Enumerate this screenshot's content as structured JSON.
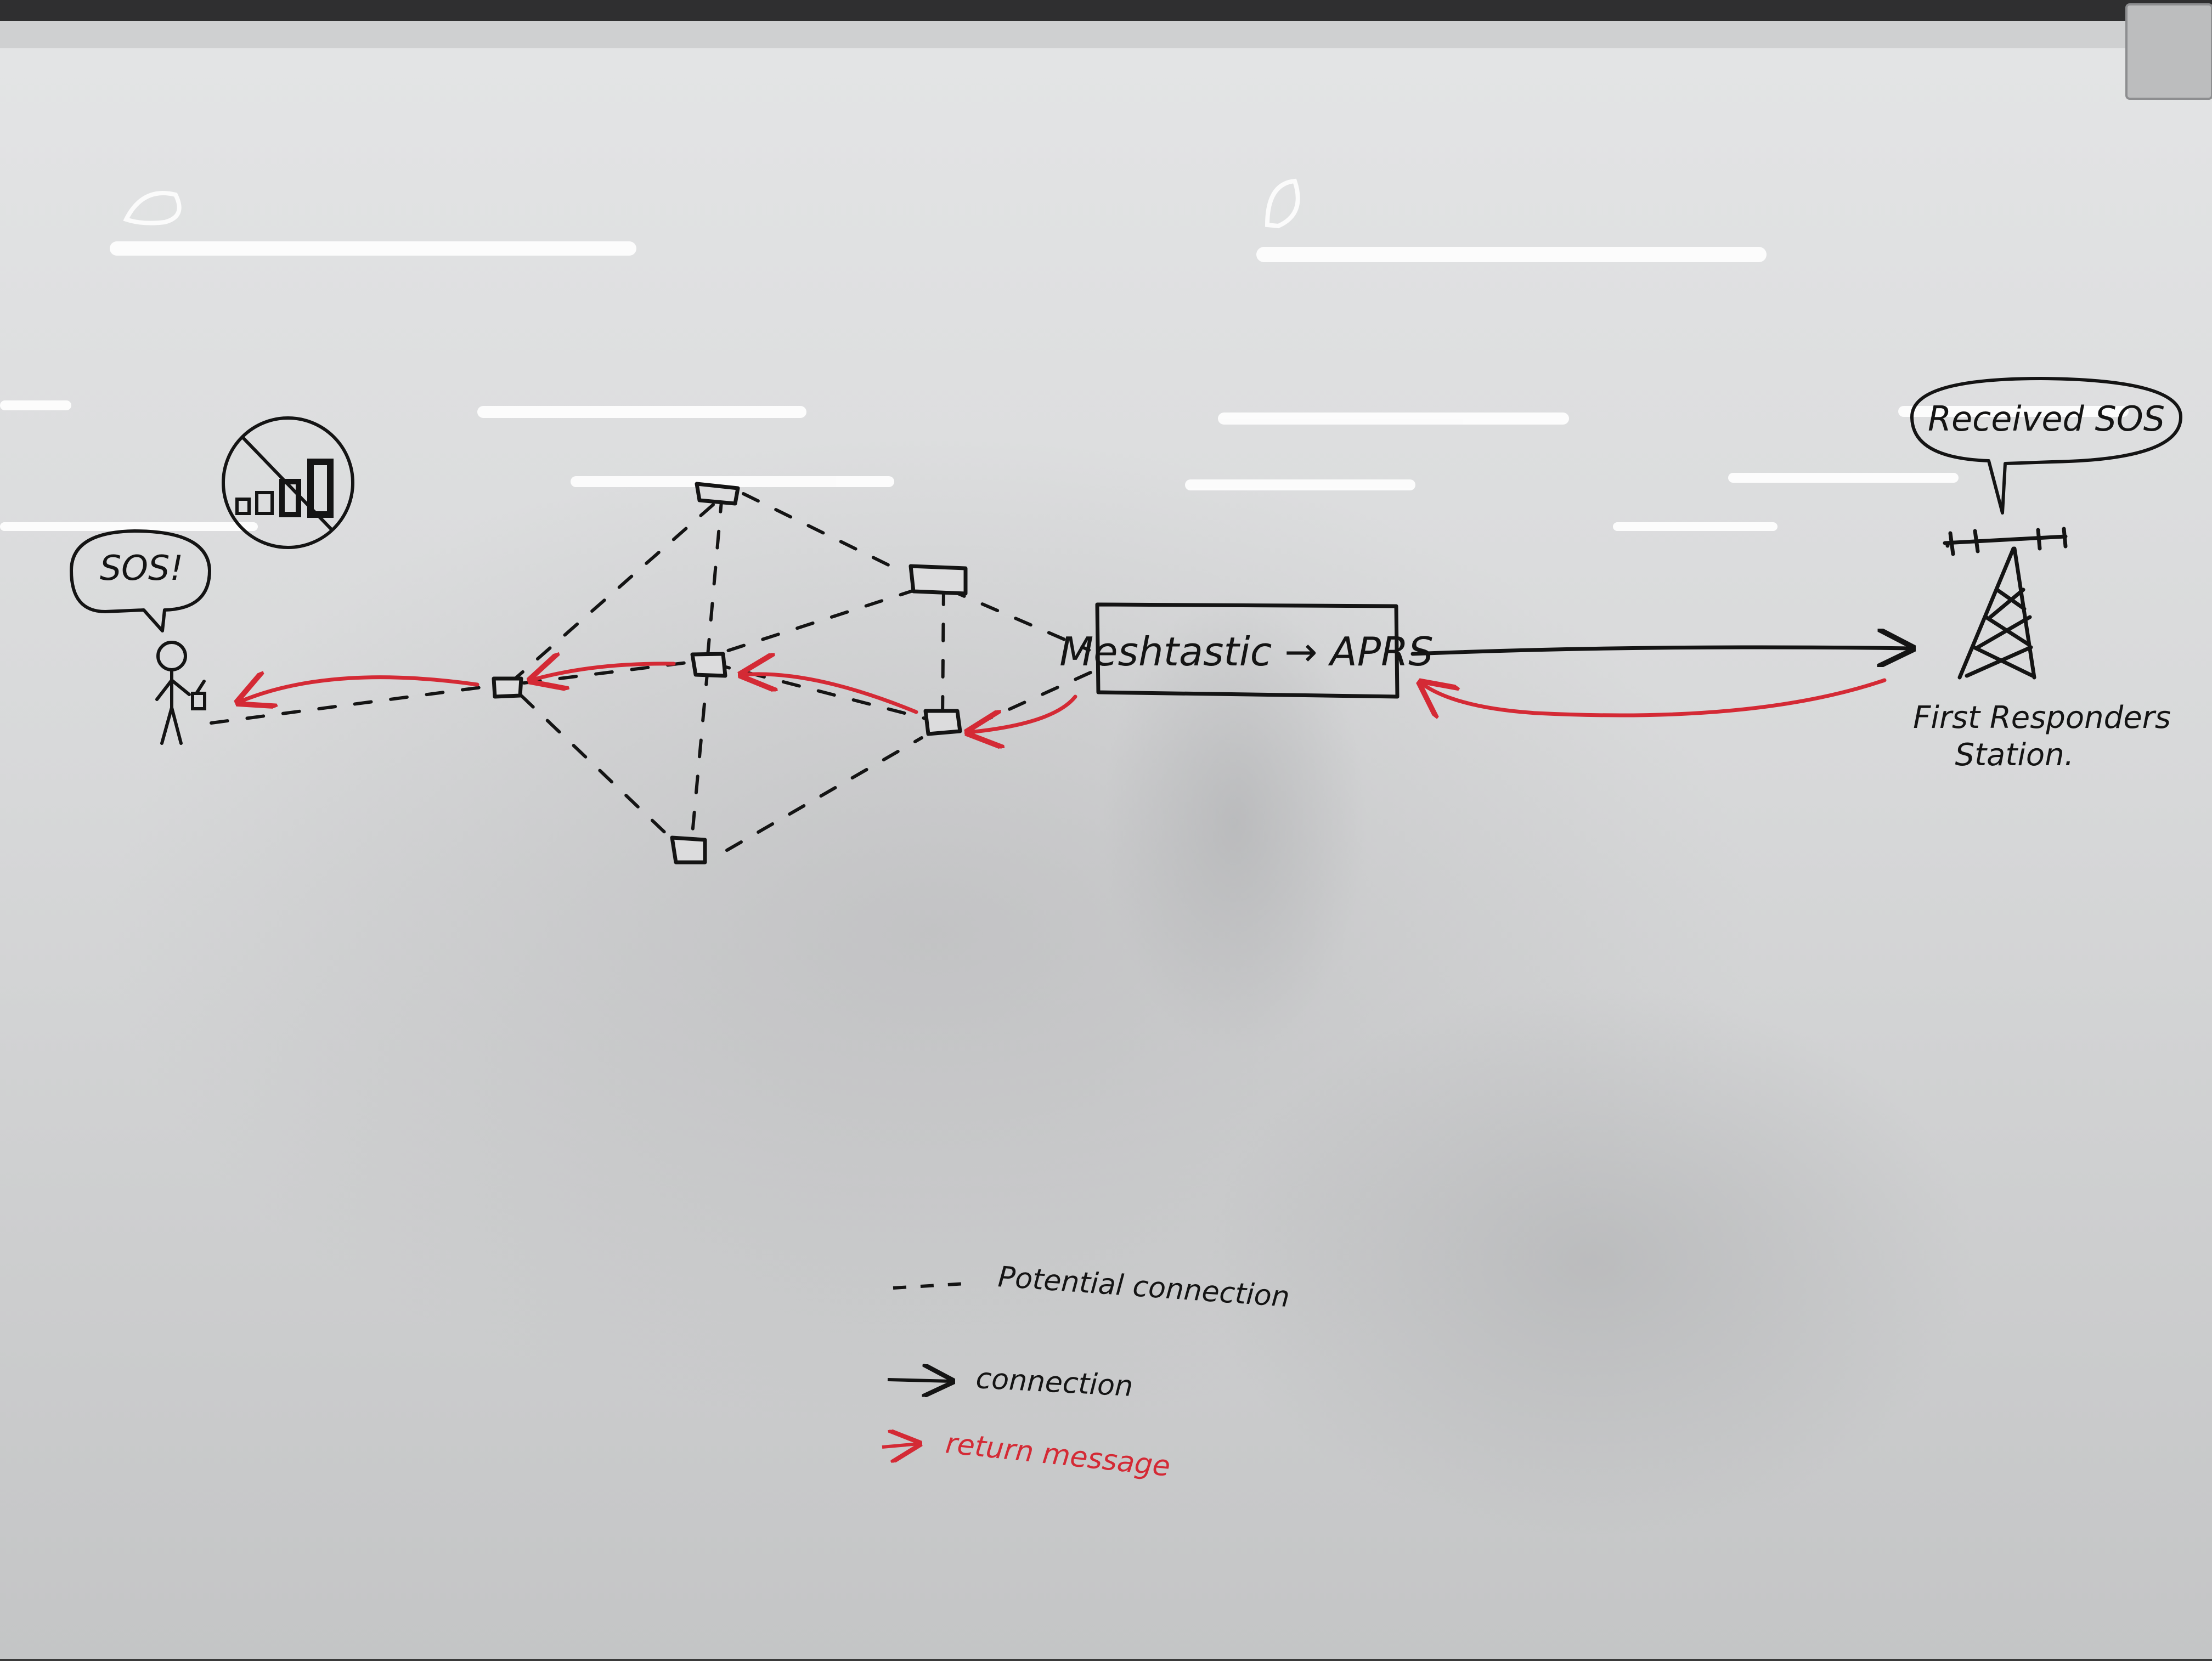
{
  "diagram": {
    "speech_sos": "SOS!",
    "speech_received": "Received SOS",
    "gateway_label": "Meshtastic → APRS",
    "station_label_line1": "First Responders",
    "station_label_line2": "Station.",
    "legend": {
      "potential": "Potential connection",
      "connection": "connection",
      "return": "return message"
    }
  },
  "colors": {
    "ink_black": "#141414",
    "ink_red": "#d42a35",
    "board": "#d9dadb"
  },
  "icons": {
    "no_signal": "no-signal-icon",
    "radio_tower": "radio-tower-icon",
    "person": "stick-figure-icon",
    "mesh_node": "mesh-node-icon"
  }
}
